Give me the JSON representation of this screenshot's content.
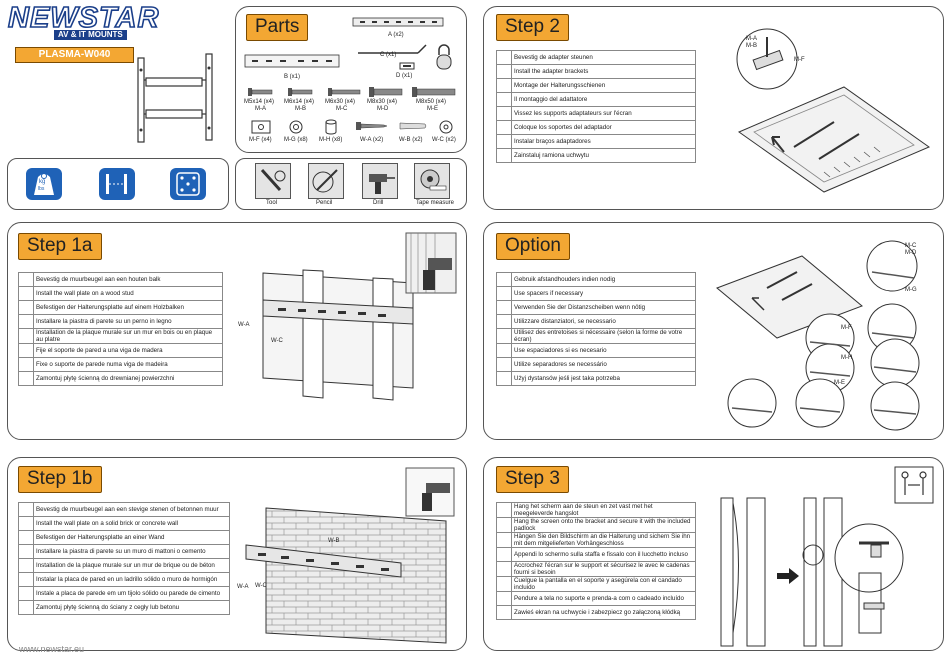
{
  "brand": {
    "logo_text": "NEWSTAR",
    "tagline": "AV & IT MOUNTS",
    "model": "PLASMA-W040",
    "website": "www.newstar.eu"
  },
  "parts": {
    "title": "Parts",
    "main": [
      {
        "name": "A (x2)"
      },
      {
        "name": "B (x1)"
      },
      {
        "name": "C (x1)"
      },
      {
        "name": "D (x1)"
      }
    ],
    "screws": [
      {
        "size": "M5x14 (x4)",
        "code": "M-A"
      },
      {
        "size": "M6x14 (x4)",
        "code": "M-B"
      },
      {
        "size": "M6x30 (x4)",
        "code": "M-C"
      },
      {
        "size": "M8x30 (x4)",
        "code": "M-D"
      },
      {
        "size": "M8x50 (x4)",
        "code": "M-E"
      }
    ],
    "small": [
      {
        "name": "M-F (x4)"
      },
      {
        "name": "M-G (x8)"
      },
      {
        "name": "M-H (x8)"
      },
      {
        "name": "W-A (x2)"
      },
      {
        "name": "W-B (x2)"
      },
      {
        "name": "W-C (x2)"
      }
    ]
  },
  "specs": {
    "weight_unit_top": "kg",
    "weight_unit_bottom": "lbs"
  },
  "tools": [
    {
      "name": "Tool"
    },
    {
      "name": "Pencil"
    },
    {
      "name": "Drill"
    },
    {
      "name": "Tape measure"
    }
  ],
  "step2": {
    "title": "Step 2",
    "rows": [
      "Bevestig de adapter steunen",
      "Install the adapter brackets",
      "Montage der Halterungsschienen",
      "Il montaggio del adattatore",
      "Vissez les supports adaptateurs sur l'écran",
      "Coloque los soportes del adaptador",
      "Instalar braços adaptadores",
      "Zainstaluj ramiona uchwytu"
    ],
    "labels": {
      "ma": "M-A",
      "mb": "M-B",
      "mf": "M-F"
    }
  },
  "step1a": {
    "title": "Step 1a",
    "rows": [
      "Bevestig de muurbeugel aan een houten balk",
      "Install the wall plate on a wood stud",
      "Befestigen der Halterungsplatte auf einem Holzbalken",
      "Installare la piastra di parete su un perno in legno",
      "Installation de la plaque murale sur un mur en bois ou en plaque au platre",
      "Fije el soporte de pared a una viga de madera",
      "Fixe o suporte de parede numa viga de madeira",
      "Zamontuj płytę ścienną do drewnianej powierzchni"
    ],
    "labels": {
      "wa": "W-A",
      "wc": "W-C"
    }
  },
  "option": {
    "title": "Option",
    "rows": [
      "Gebruik afstandhouders indien nodig",
      "Use spacers if necessary",
      "Verwenden Sie der Distanzscheiben wenn nötig",
      "Utilizzare distanziatori, se necessario",
      "Utilisez des entretoises si nécessaire (selon la forme de votre écran)",
      "Use espaciadores si es necesario",
      "Utilize separadores se necessário",
      "Użyj dystansów jeśli jest taka potrzeba"
    ],
    "labels": {
      "mc": "M-C",
      "md": "M-D",
      "mg": "M-G",
      "mf": "M-F",
      "mh": "M-H",
      "me": "M-E"
    }
  },
  "step1b": {
    "title": "Step 1b",
    "rows": [
      "Bevestig de muurbeugel aan een stevige stenen of betonnen muur",
      "Install the wall plate on a solid brick or concrete wall",
      "Befestigen der Halterungsplatte an einer Wand",
      "Installare la piastra di parete su un muro di mattoni o cemento",
      "Installation de la plaque murale sur un mur de brique ou de béton",
      "Instalar la placa de pared en un ladrillo sólido o muro de hormigón",
      "Instale a placa de parede em um tijolo sólido ou parede de cimento",
      "Zamontuj płytę ścienną do ściany z cegły lub betonu"
    ],
    "labels": {
      "wb": "W-B",
      "wa": "W-A",
      "wc": "W-C"
    }
  },
  "step3": {
    "title": "Step 3",
    "rows": [
      "Hang het scherm aan de steun en zet vast met het meegeleverde hangslot",
      "Hang the screen onto the bracket and secure it with the included padlock",
      "Hängen Sie den Bildschirm an die Halterung und sichern Sie ihn mit dem mitgelieferten Vorhängeschloss",
      "Appendi lo schermo sulla staffa e fissalo con il lucchetto incluso",
      "Accrochez l'écran sur le support et sécurisez le avec le cadenas fourni si besoin",
      "Cuelgue la pantalla en el soporte y asegúrela con el candado incluido",
      "Pendure a tela no suporte e prenda-a com o cadeado incluído",
      "Zawieś ekran na uchwycie i zabezpiecz go załączoną kłódką"
    ]
  },
  "colors": {
    "accent_orange": "#f3a733",
    "brand_blue": "#1f62b7",
    "logo_blue": "#1b3f8a"
  }
}
